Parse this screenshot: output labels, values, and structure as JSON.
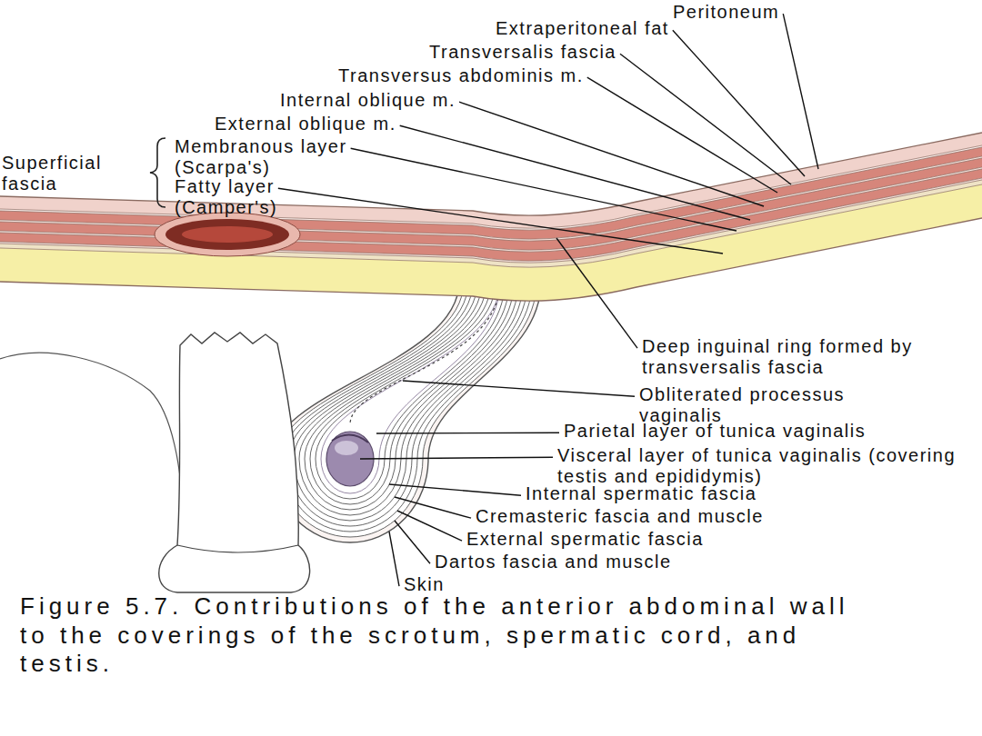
{
  "diagram": {
    "caption": "Figure 5.7. Contributions of the anterior abdominal wall to the coverings of the scrotum, spermatic cord, and testis.",
    "labels": [
      "Peritoneum",
      "Extraperitoneal fat",
      "Transversalis fascia",
      "Transversus abdominis m.",
      "Internal oblique m.",
      "External oblique m.",
      "Superficial fascia",
      "Membranous layer (Scarpa's)",
      "Fatty layer (Camper's)",
      "Deep inguinal ring formed by transversalis fascia",
      "Obliterated processus vaginalis",
      "Parietal layer of tunica vaginalis",
      "Visceral layer of tunica vaginalis (covering testis and epididymis)",
      "Internal spermatic fascia",
      "Cremasteric fascia and muscle",
      "External spermatic fascia",
      "Dartos fascia and muscle",
      "Skin"
    ]
  }
}
